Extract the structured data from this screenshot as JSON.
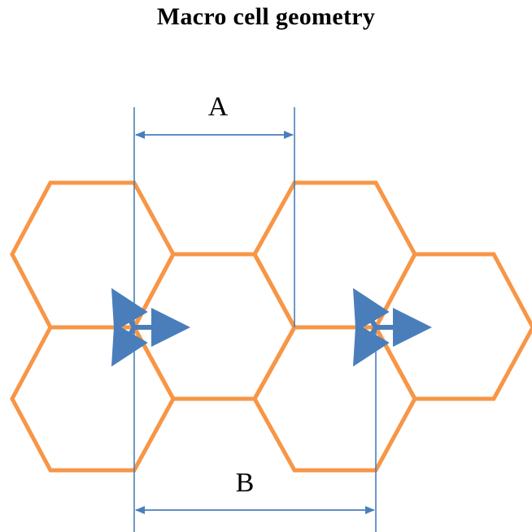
{
  "title": "Macro cell geometry",
  "dimension_labels": {
    "a": "A",
    "b": "B"
  },
  "colors": {
    "hexagon": "#F79646",
    "antenna": "#4A7EBB",
    "guide_lines": "#4A7EBB",
    "text": "#000000"
  },
  "cells": [
    {
      "id": "site-1-upper-left"
    },
    {
      "id": "site-1-lower-left"
    },
    {
      "id": "site-1-right"
    },
    {
      "id": "site-2-upper-left"
    },
    {
      "id": "site-2-lower-left"
    },
    {
      "id": "site-2-right"
    }
  ],
  "sites": [
    {
      "id": "site-1",
      "sectors": 3
    },
    {
      "id": "site-2",
      "sectors": 3
    }
  ]
}
